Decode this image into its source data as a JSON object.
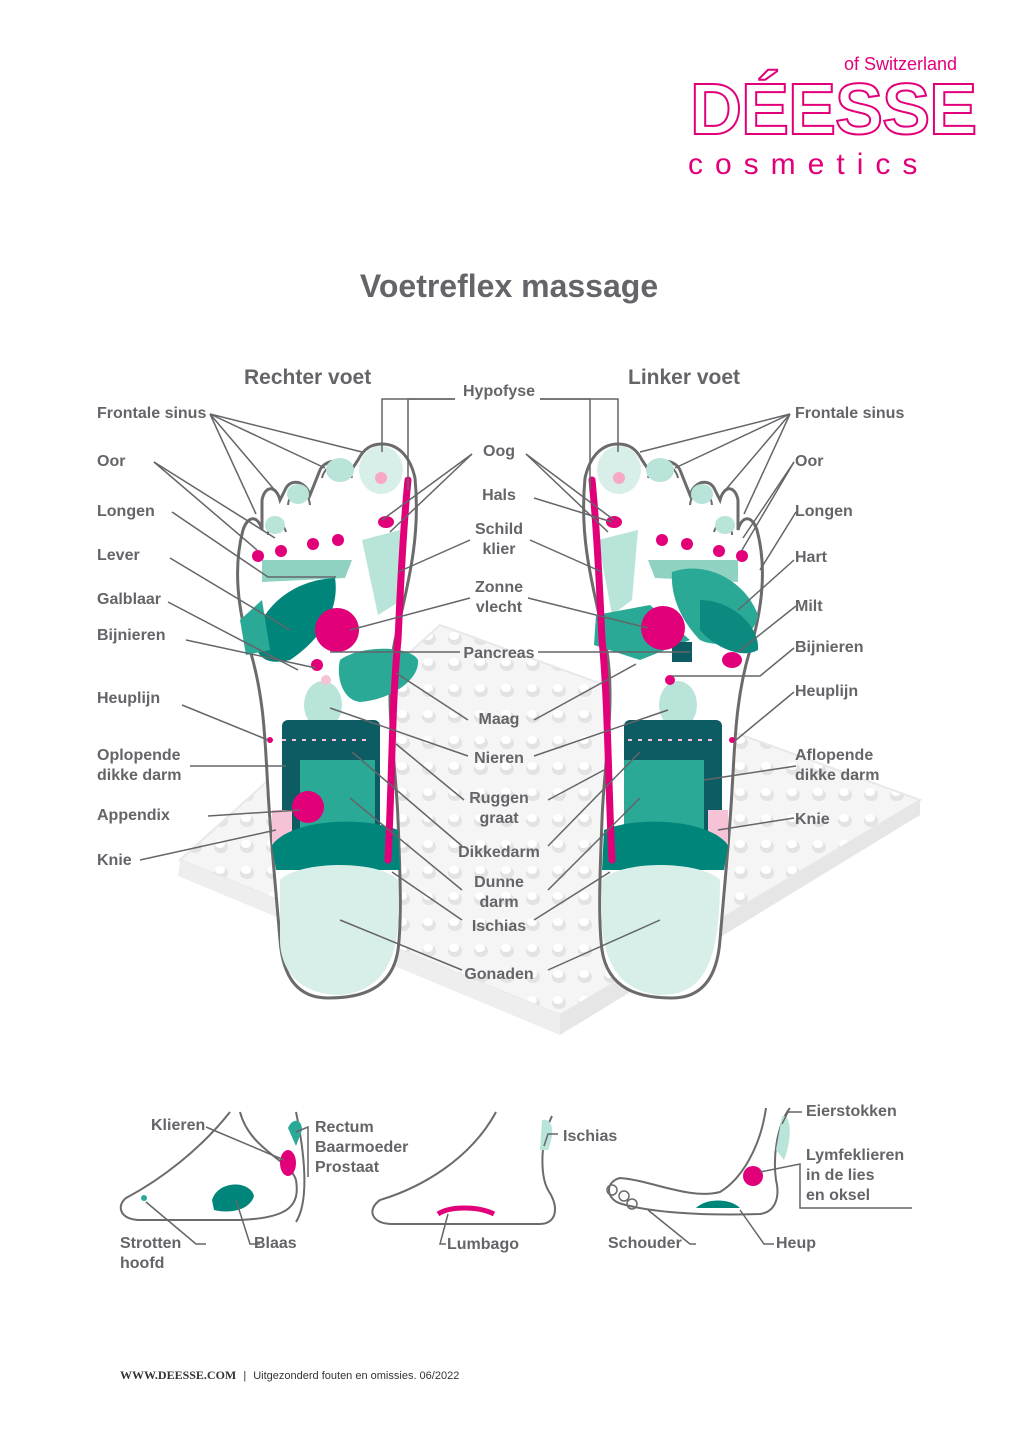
{
  "logo": {
    "brand": "DÉESSE",
    "tagline": "of Switzerland",
    "subline": "cosmetics"
  },
  "title": "Voetreflex massage",
  "right_foot_title": "Rechter voet",
  "left_foot_title": "Linker voet",
  "labels_left": {
    "frontale_sinus": "Frontale sinus",
    "oor": "Oor",
    "longen": "Longen",
    "lever": "Lever",
    "galblaar": "Galblaar",
    "bijnieren": "Bijnieren",
    "heuplijn": "Heuplijn",
    "oplopende": "Oplopende\ndikke darm",
    "appendix": "Appendix",
    "knie": "Knie"
  },
  "labels_center": {
    "hypofyse": "Hypofyse",
    "oog": "Oog",
    "hals": "Hals",
    "schildklier": "Schild\nklier",
    "zonnevlecht": "Zonne\nvlecht",
    "pancreas": "Pancreas",
    "maag": "Maag",
    "nieren": "Nieren",
    "ruggengraat": "Ruggen\ngraat",
    "dikkedarm": "Dikkedarm",
    "dunnedarm": "Dunne\ndarm",
    "ischias": "Ischias",
    "gonaden": "Gonaden"
  },
  "labels_right": {
    "frontale_sinus": "Frontale sinus",
    "oor": "Oor",
    "longen": "Longen",
    "hart": "Hart",
    "milt": "Milt",
    "bijnieren": "Bijnieren",
    "heuplijn": "Heuplijn",
    "aflopende": "Aflopende\ndikke darm",
    "knie": "Knie"
  },
  "side_views": {
    "klieren": "Klieren",
    "rectum": "Rectum\nBaarmoeder\nProstaat",
    "strottenhoofd": "Strotten\nhoofd",
    "blaas": "Blaas",
    "lumbago": "Lumbago",
    "ischias": "Ischias",
    "eierstokken": "Eierstokken",
    "lymfeklieren": "Lymfeklieren\nin de lies\nen oksel",
    "schouder": "Schouder",
    "heup": "Heup"
  },
  "footer": {
    "website": "WWW.DEESSE.COM",
    "separator": "|",
    "disclaimer": "Uitgezonderd fouten en omissies. 06/2022"
  },
  "colors": {
    "brand": "#e2007a",
    "text": "#646569",
    "teal_dark": "#00857a",
    "teal_mid": "#2aa996",
    "teal_light": "#b9e4d9",
    "navy_teal": "#0d5b63",
    "pink_light": "#f6c3d6"
  }
}
